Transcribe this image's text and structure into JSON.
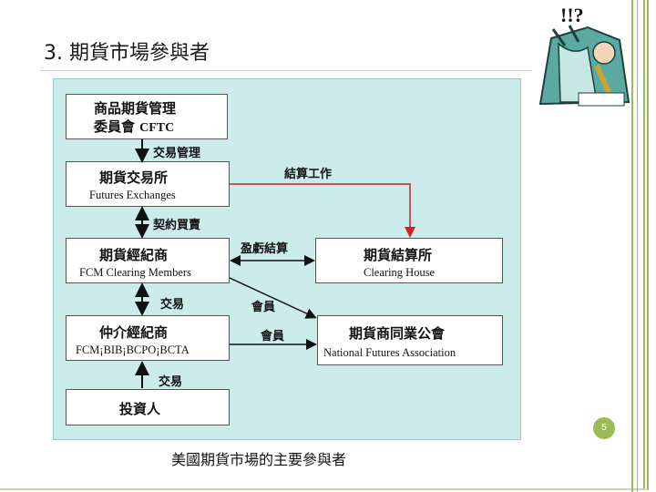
{
  "slide": {
    "title": "3. 期貨市場參與者",
    "caption": "美國期貨市場的主要參與者",
    "page_number": "5",
    "accent_color": "#9bbb59",
    "panel_color": "#ccecec"
  },
  "clipart": {
    "exclamation": "!!?",
    "icon": "stressed-man-clipart"
  },
  "diagram": {
    "cftc": {
      "zh_line1": "商品期貨管理",
      "zh_line2": "委員會",
      "abbr": "CFTC"
    },
    "exchanges": {
      "zh": "期貨交易所",
      "en": "Futures Exchanges"
    },
    "fcm": {
      "zh": "期貨經紀商",
      "en": "FCM Clearing Members"
    },
    "clearing": {
      "zh": "期貨結算所",
      "en": "Clearing House"
    },
    "intermediary": {
      "zh": "仲介經紀商",
      "en": "FCM¡BIB¡BCPO¡BCTA"
    },
    "nfa": {
      "zh": "期貨商同業公會",
      "en": "National Futures Association"
    },
    "investor": {
      "zh": "投資人"
    },
    "labels": {
      "trade_mgmt": "交易管理",
      "clearing_work": "結算工作",
      "contract_trading": "契約買賣",
      "pnl_settlement": "盈虧結算",
      "trade_1": "交易",
      "member_1": "會員",
      "member_2": "會員",
      "trade_2": "交易"
    }
  }
}
